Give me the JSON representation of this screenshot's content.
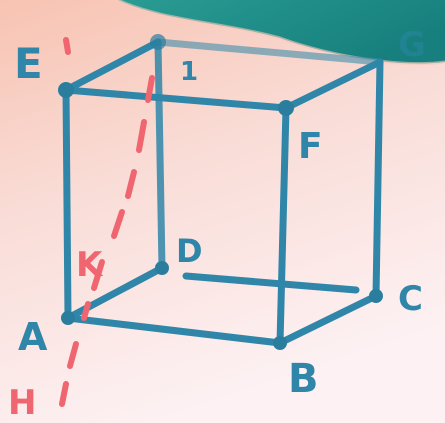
{
  "figure": {
    "vertex_labels": {
      "A": "A",
      "B": "B",
      "C": "C",
      "D": "D",
      "E": "E",
      "F": "F",
      "G": "G",
      "H": "H",
      "K": "K"
    },
    "top_face_mark": "1"
  },
  "colors": {
    "edge": "#2f86a8",
    "vertex": "#2b7d9e",
    "red_line": "#ef6570",
    "corner_band": "#1d8a86",
    "background_top": "#f7c6b8",
    "background_bottom": "#fdf0f2"
  }
}
